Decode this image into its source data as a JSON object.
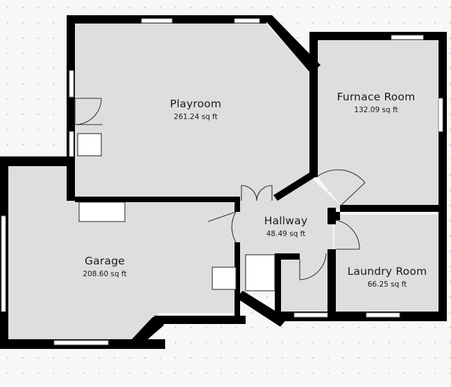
{
  "rooms": {
    "playroom": {
      "name": "Playroom",
      "area": "261.24 sq ft"
    },
    "furnace": {
      "name": "Furnace Room",
      "area": "132.09 sq ft"
    },
    "hallway": {
      "name": "Hallway",
      "area": "48.49 sq ft"
    },
    "garage": {
      "name": "Garage",
      "area": "208.60 sq ft"
    },
    "laundry": {
      "name": "Laundry Room",
      "area": "66.25 sq ft"
    }
  },
  "colors": {
    "wall": "#000000",
    "room_fill": "#dedede",
    "background": "#f7f7f7",
    "grid_dot": "#c9c9d2"
  }
}
